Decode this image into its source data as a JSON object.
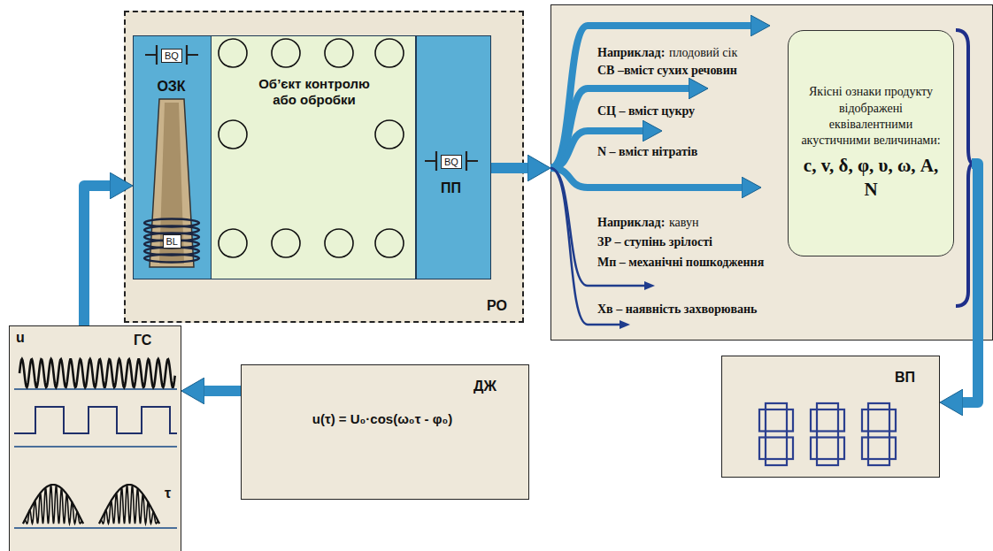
{
  "diagram": {
    "nodes": [
      {
        "text": [
          "ГС"
        ]
      },
      {
        "text": [
          "ДЖ",
          "u(τ) = U₀·cos(ω₀τ - φ₀)"
        ]
      },
      {
        "text": [
          "РО"
        ]
      },
      {
        "text": [
          "ОЗК"
        ],
        "in": 2
      },
      {
        "text": [
          "Об’єкт контролю або обробки"
        ],
        "in": 2
      },
      {
        "text": [
          "ПП"
        ],
        "in": 2
      },
      {
        "text": [
          "Наприклад:",
          "плодовий сік",
          "СВ –вміст сухих речовин",
          "СЦ – вміст цукру",
          "N – вміст нітратів",
          "Наприклад:",
          "кавун",
          "ЗР – ступінь зрілості",
          "Мп – механічні пошкодження",
          "Хв – наявність захворювань"
        ]
      },
      {
        "text": [
          "Якісні ознаки продукту відображені еквівалентними акустичними величинами:",
          "c, v, δ, φ, υ, ω, A, N"
        ],
        "in": 6
      },
      {
        "text": [
          "ВП"
        ]
      }
    ],
    "edges": [
      {
        "from": 1,
        "to": 0,
        "arrow": "to"
      },
      {
        "from": 0,
        "to": 3,
        "arrow": "to"
      },
      {
        "from": 5,
        "to": 6,
        "arrow": "to"
      },
      {
        "from": 6,
        "to": 8,
        "arrow": "to"
      }
    ],
    "labels": [
      "u",
      "τ",
      "BQ",
      "BL",
      "BQ"
    ]
  }
}
